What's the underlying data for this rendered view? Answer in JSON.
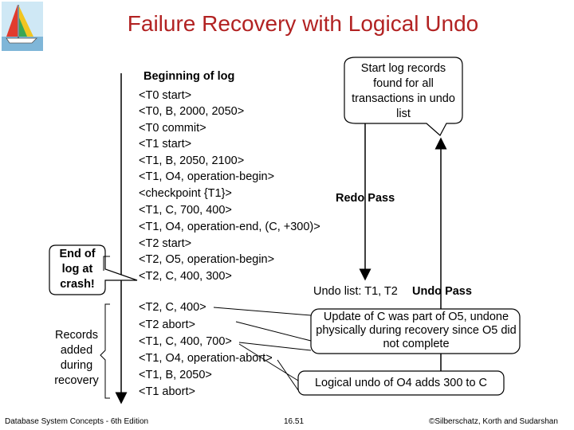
{
  "title": "Failure Recovery with Logical Undo",
  "log_heading": "Beginning of log",
  "log_records": [
    "<T0 start>",
    "<T0, B, 2000, 2050>",
    "<T0 commit>",
    "<T1 start>",
    "<T1, B, 2050, 2100>",
    "<T1, O4, operation-begin>",
    "<checkpoint {T1}>",
    "<T1, C, 700, 400>",
    "<T1, O4, operation-end, (C, +300)>",
    "<T2 start>",
    "<T2, O5, operation-begin>",
    "<T2, C, 400, 300>",
    "<T2, C, 400>",
    "<T2 abort>",
    "<T1, C, 400, 700>",
    "<T1, O4, operation-abort>",
    "<T1, B, 2050>",
    "<T1 abort>"
  ],
  "start_bubble": "Start log records found for all transactions in undo list",
  "redo_pass": "Redo Pass",
  "undo_list": "Undo list: T1, T2",
  "undo_pass": "Undo Pass",
  "end_of_log": "End of log at crash!",
  "records_added": "Records added during recovery",
  "update_box": "Update of C was part of O5, undone physically during recovery since O5 did not complete",
  "logical_box": "Logical undo of O4 adds 300 to C",
  "footer": {
    "left": "Database System Concepts - 6th Edition",
    "center": "16.51",
    "right": "©Silberschatz, Korth and Sudarshan"
  }
}
